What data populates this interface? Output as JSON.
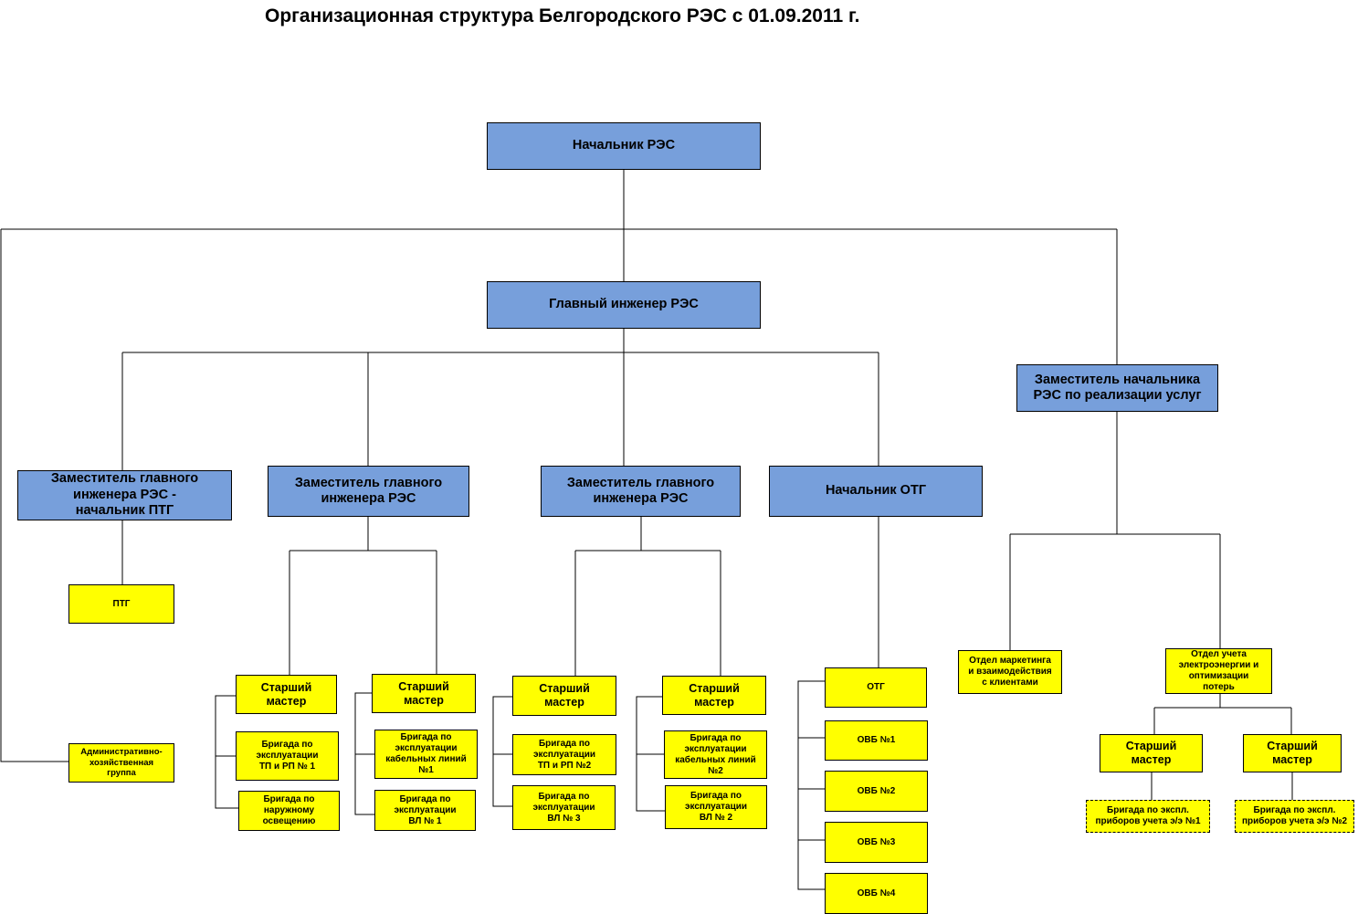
{
  "title": "Организационная структура Белгородского РЭС  с 01.09.2011 г.",
  "nodes": {
    "head": "Начальник РЭС",
    "chief_engineer": "Главный инженер РЭС",
    "deputy_sales": "Заместитель начальника\nРЭС по реализации услуг",
    "deputy_ptg": "Заместитель главного\nинженера РЭС -\nначальник ПТГ",
    "deputy_ce_1": "Заместитель главного\nинженера  РЭС",
    "deputy_ce_2": "Заместитель главного\nинженера  РЭС",
    "otg_head": "Начальник ОТГ",
    "ptg": "ПТГ",
    "admin_group": "Административно-\nхозяйственная\nгруппа",
    "d1_master_a": "Старший\nмастер",
    "d1_master_b": "Старший\nмастер",
    "d1_tp1": "Бригада по\nэксплуатации\nТП и РП № 1",
    "d1_light": "Бригада по\nнаружному\nосвещению",
    "d1_cable1": "Бригада по\nэксплуатации\nкабельных линий\n№1",
    "d1_vl1": "Бригада по\nэксплуатации\nВЛ № 1",
    "d2_master_a": "Старший\nмастер",
    "d2_master_b": "Старший\nмастер",
    "d2_tp2": "Бригада по\nэксплуатации\nТП и РП №2",
    "d2_vl3": "Бригада по\nэксплуатации\nВЛ № 3",
    "d2_cable2": "Бригада по\nэксплуатации\nкабельных линий\n№2",
    "d2_vl2": "Бригада по\nэксплуатации\nВЛ № 2",
    "otg": "ОТГ",
    "ovb1": "ОВБ №1",
    "ovb2": "ОВБ №2",
    "ovb3": "ОВБ №3",
    "ovb4": "ОВБ №4",
    "marketing": "Отдел маркетинга\nи взаимодействия\nс клиентами",
    "accounting": "Отдел учета\nэлектроэнергии и\nоптимизации\nпотерь",
    "s_master_a": "Старший\nмастер",
    "s_master_b": "Старший\nмастер",
    "meter1": "Бригада по экспл.\nприборов учета э/э №1",
    "meter2": "Бригада по экспл.\nприборов учета э/э №2"
  }
}
